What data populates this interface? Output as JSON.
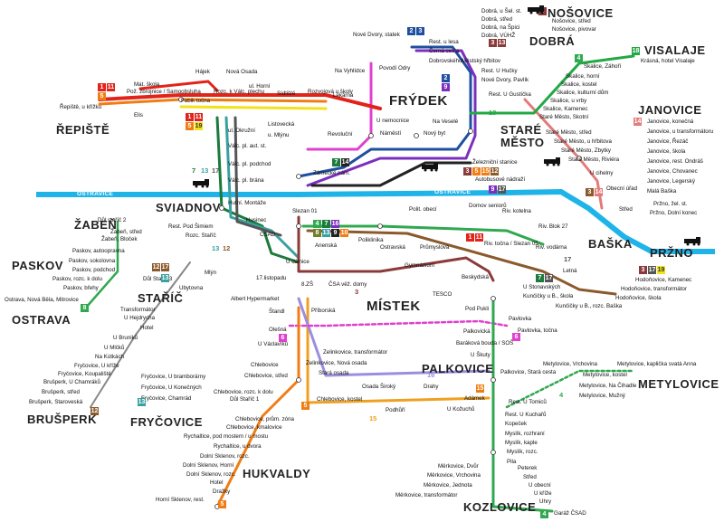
{
  "river": {
    "name": "OSTRAVICE",
    "color": "#1fb4e8"
  },
  "line_colors": {
    "1": "#e2231a",
    "2": "#1f4fa0",
    "3": "#8b3a3a",
    "4": "#2fa84f",
    "5": "#f07d14",
    "6": "#e040d0",
    "7": "#1b7a3c",
    "8": "#6f7f2a",
    "9": "#7b2fbe",
    "10": "#222222",
    "11": "#e2231a",
    "12": "#8b5a2b",
    "13": "#3aa0a0",
    "14": "#e27b7b",
    "15": "#f0a020",
    "16": "#9b8de0",
    "17": "#555555",
    "18": "#22a845",
    "19": "#f3e21a"
  },
  "towns": [
    {
      "id": "frydek",
      "name": "FRÝDEK",
      "big": true
    },
    {
      "id": "mistek",
      "name": "MÍSTEK",
      "big": true
    },
    {
      "id": "nosovice",
      "name": "NOŠOVICE"
    },
    {
      "id": "dobra",
      "name": "DOBRÁ"
    },
    {
      "id": "visalaje",
      "name": "VISALAJE"
    },
    {
      "id": "janovice",
      "name": "JANOVICE"
    },
    {
      "id": "stare-mesto",
      "name": "STARÉ\nMĚSTO"
    },
    {
      "id": "baska",
      "name": "BAŠKA"
    },
    {
      "id": "przno",
      "name": "PRŽNO"
    },
    {
      "id": "repiste",
      "name": "ŘEPIŠTĚ"
    },
    {
      "id": "sviadnov",
      "name": "SVIADNOV"
    },
    {
      "id": "zaben",
      "name": "ŽABEŇ"
    },
    {
      "id": "paskov",
      "name": "PASKOV"
    },
    {
      "id": "ostrava",
      "name": "OSTRAVA"
    },
    {
      "id": "staric",
      "name": "STAŘÍČ"
    },
    {
      "id": "brusperk",
      "name": "BRUŠPERK"
    },
    {
      "id": "frycovice",
      "name": "FRYČOVICE"
    },
    {
      "id": "palkovice",
      "name": "PALKOVICE"
    },
    {
      "id": "metylovice",
      "name": "METYLOVICE"
    },
    {
      "id": "hukvaldy",
      "name": "HUKVALDY"
    },
    {
      "id": "kozlovice",
      "name": "KOZLOVICE"
    }
  ],
  "stops": [
    "Dobrá, u Šel. st.",
    "Dobrá, střed",
    "Dobrá, na Špici",
    "Dobrá, VÚHŽ",
    "Nošovice, střed",
    "Nošovice, pivovar",
    "Nové Dvory, statek",
    "Rest. u lesa",
    "Černá cesta",
    "Dobrovského",
    "Městský hřbitov",
    "Rest. U Hučky",
    "Nové Dvory, Pavlík",
    "Rest. U Gustíčka",
    "Skalice, Záhoří",
    "Skalice, horní",
    "Skalice, kostel",
    "Skalice, kulturní dům",
    "Skalice, u vrby",
    "Skalice, Kamenec",
    "Staré Město, Skotní",
    "Krásná, hotel Visalaje",
    "Janovice, konečná",
    "Janovice, u transformátoru",
    "Janovice, Řezáč",
    "Janovice, škola",
    "Janovice, rest. Ondráš",
    "Janovice, Chovanec",
    "Janovice, Legerský",
    "Malá Baška",
    "Staré Město, střed",
    "Staré Město, u hřbitova",
    "Staré Město, Zbytky",
    "Staré Město, Riviéra",
    "U cihelny",
    "Obecní úřad",
    "Střed",
    "Pržno, žel. st.",
    "Pržno, Dolní konec",
    "Na Vyhlídce",
    "Povodí Odry",
    "U nemocnice",
    "Na Veselé",
    "Revoluční",
    "Náměstí",
    "Nový byt",
    "Železniční stanice",
    "Autobusové nádraží",
    "Zámecké nám.",
    "Hájek",
    "Nová Osada",
    "Mat. škola",
    "Pož. zbrojnice / Samoobsluha",
    "Fabik točna",
    "Rozc. k Válc. plechu",
    "ul. Horní",
    "Sídliště",
    "Rozvojová u školy",
    "Lékárna",
    "Řepiště, u křížku",
    "Elis",
    "ul. Okružní",
    "Válc. pl. aut. st.",
    "Válc. pl. podchod",
    "Válc. pl. brána",
    "Listovecká",
    "u. Mlýnu",
    "Hutní. Montáže",
    "Slezan 01",
    "Polit. obecí",
    "Domov seniorů",
    "Riv. kotelna",
    "Riv. Blok 27",
    "Riv. vodárna",
    "Husinec",
    "ČSAD",
    "Anenská",
    "Poliklinika",
    "Ostravská",
    "Průmyslová",
    "Gymnázium",
    "U dálnice",
    "Riv. točna / Slezan 05",
    "Letná",
    "U Stonavských",
    "Kunčičky u B., škola",
    "Kunčičky u B., rozc. Baška",
    "Hodoňovice, Kamenec",
    "Hodoňovice, transformátor",
    "Hodoňovice, škola",
    "Důl staříč 2",
    "Žabeň, střed",
    "Rest. Pod Šimiem",
    "Žabeň, Bloček",
    "Rozc. Staříč",
    "Paskov, autoopravna",
    "Paskov, sokolovna",
    "Paskov, podchod",
    "Paskov, rozc. k dolu",
    "Paskov, břehy",
    "Ostrava, Nová Běla, Mitrovice",
    "Důl Staříč 3",
    "Ubytovna",
    "Mlýn",
    "17.listopadu",
    "Albert Hypermarket",
    "Štandl",
    "Olešná",
    "U Václavíků",
    "8.ZŠ",
    "ČSA věž. domy",
    "Příborská",
    "Beskydská",
    "TESCO",
    "Pod Pukli",
    "Pavlovka",
    "Pavlovka, točna",
    "Palkovická",
    "Baráková bouda / SOŠ",
    "U Škuty",
    "Transformátor",
    "U Hejdrycha",
    "Hotel",
    "U Bruniků",
    "U Mlčků",
    "Na Kútkách",
    "Fryčovice, U kříže",
    "Fryčovice, Koupaliště",
    "Brušperk, U Chamráků",
    "Brušperk, střed",
    "Brušperk, Staroveská",
    "Fryčovice, U bramborárny",
    "Fryčovice, U Konečných",
    "Fryčovice, Chamrád",
    "Zelinkovice, transformátor",
    "Zelinkovice, Nová osada",
    "Stará osada",
    "Chlebovice",
    "Chlebovice, střed",
    "Chlebovice, rozc. k dolu",
    "Důl Staříč 1",
    "Chlebovice, kostel",
    "Osada Široký",
    "Drahy",
    "Podhůří",
    "Adámek",
    "U Kožuchů",
    "Palkovice, Stará cesta",
    "Rest. U Tomiců",
    "Chlebovice, prům. zóna",
    "Chlebovice, kmalovice",
    "Rychaltice, pod mostem / u mostu",
    "Rychaltice, u dvora",
    "Dolní Sklenov, rozc.",
    "Dolní Sklenov, Horní",
    "Dolní Sklenov, rozc.",
    "Hotel",
    "Dražky",
    "Horní Sklenov, rest.",
    "Rest. U Kuchařů",
    "Kopeček",
    "Myslík, rozhraní",
    "Myslík, kaple",
    "Myslík, rozc.",
    "Pila",
    "Měrkovice, Dvůr",
    "Měrkovice, Vrchovina",
    "Měrkovice, Jednota",
    "Měrkovice, transformátor",
    "Peterek",
    "Střed",
    "U obecní",
    "U kříže",
    "Uhry",
    "Garáž ČSAD",
    "Metylovice, Vrchovina",
    "Metylovice, kaplička svatá Anna",
    "Metylovice, kostel",
    "Metylovice, Na Čihadle",
    "Metylovice, Mužný"
  ],
  "legend_numbers": [
    "1",
    "2",
    "3",
    "4",
    "5",
    "6",
    "7",
    "8",
    "9",
    "10",
    "11",
    "12",
    "13",
    "14",
    "15",
    "16",
    "17",
    "18",
    "19"
  ]
}
